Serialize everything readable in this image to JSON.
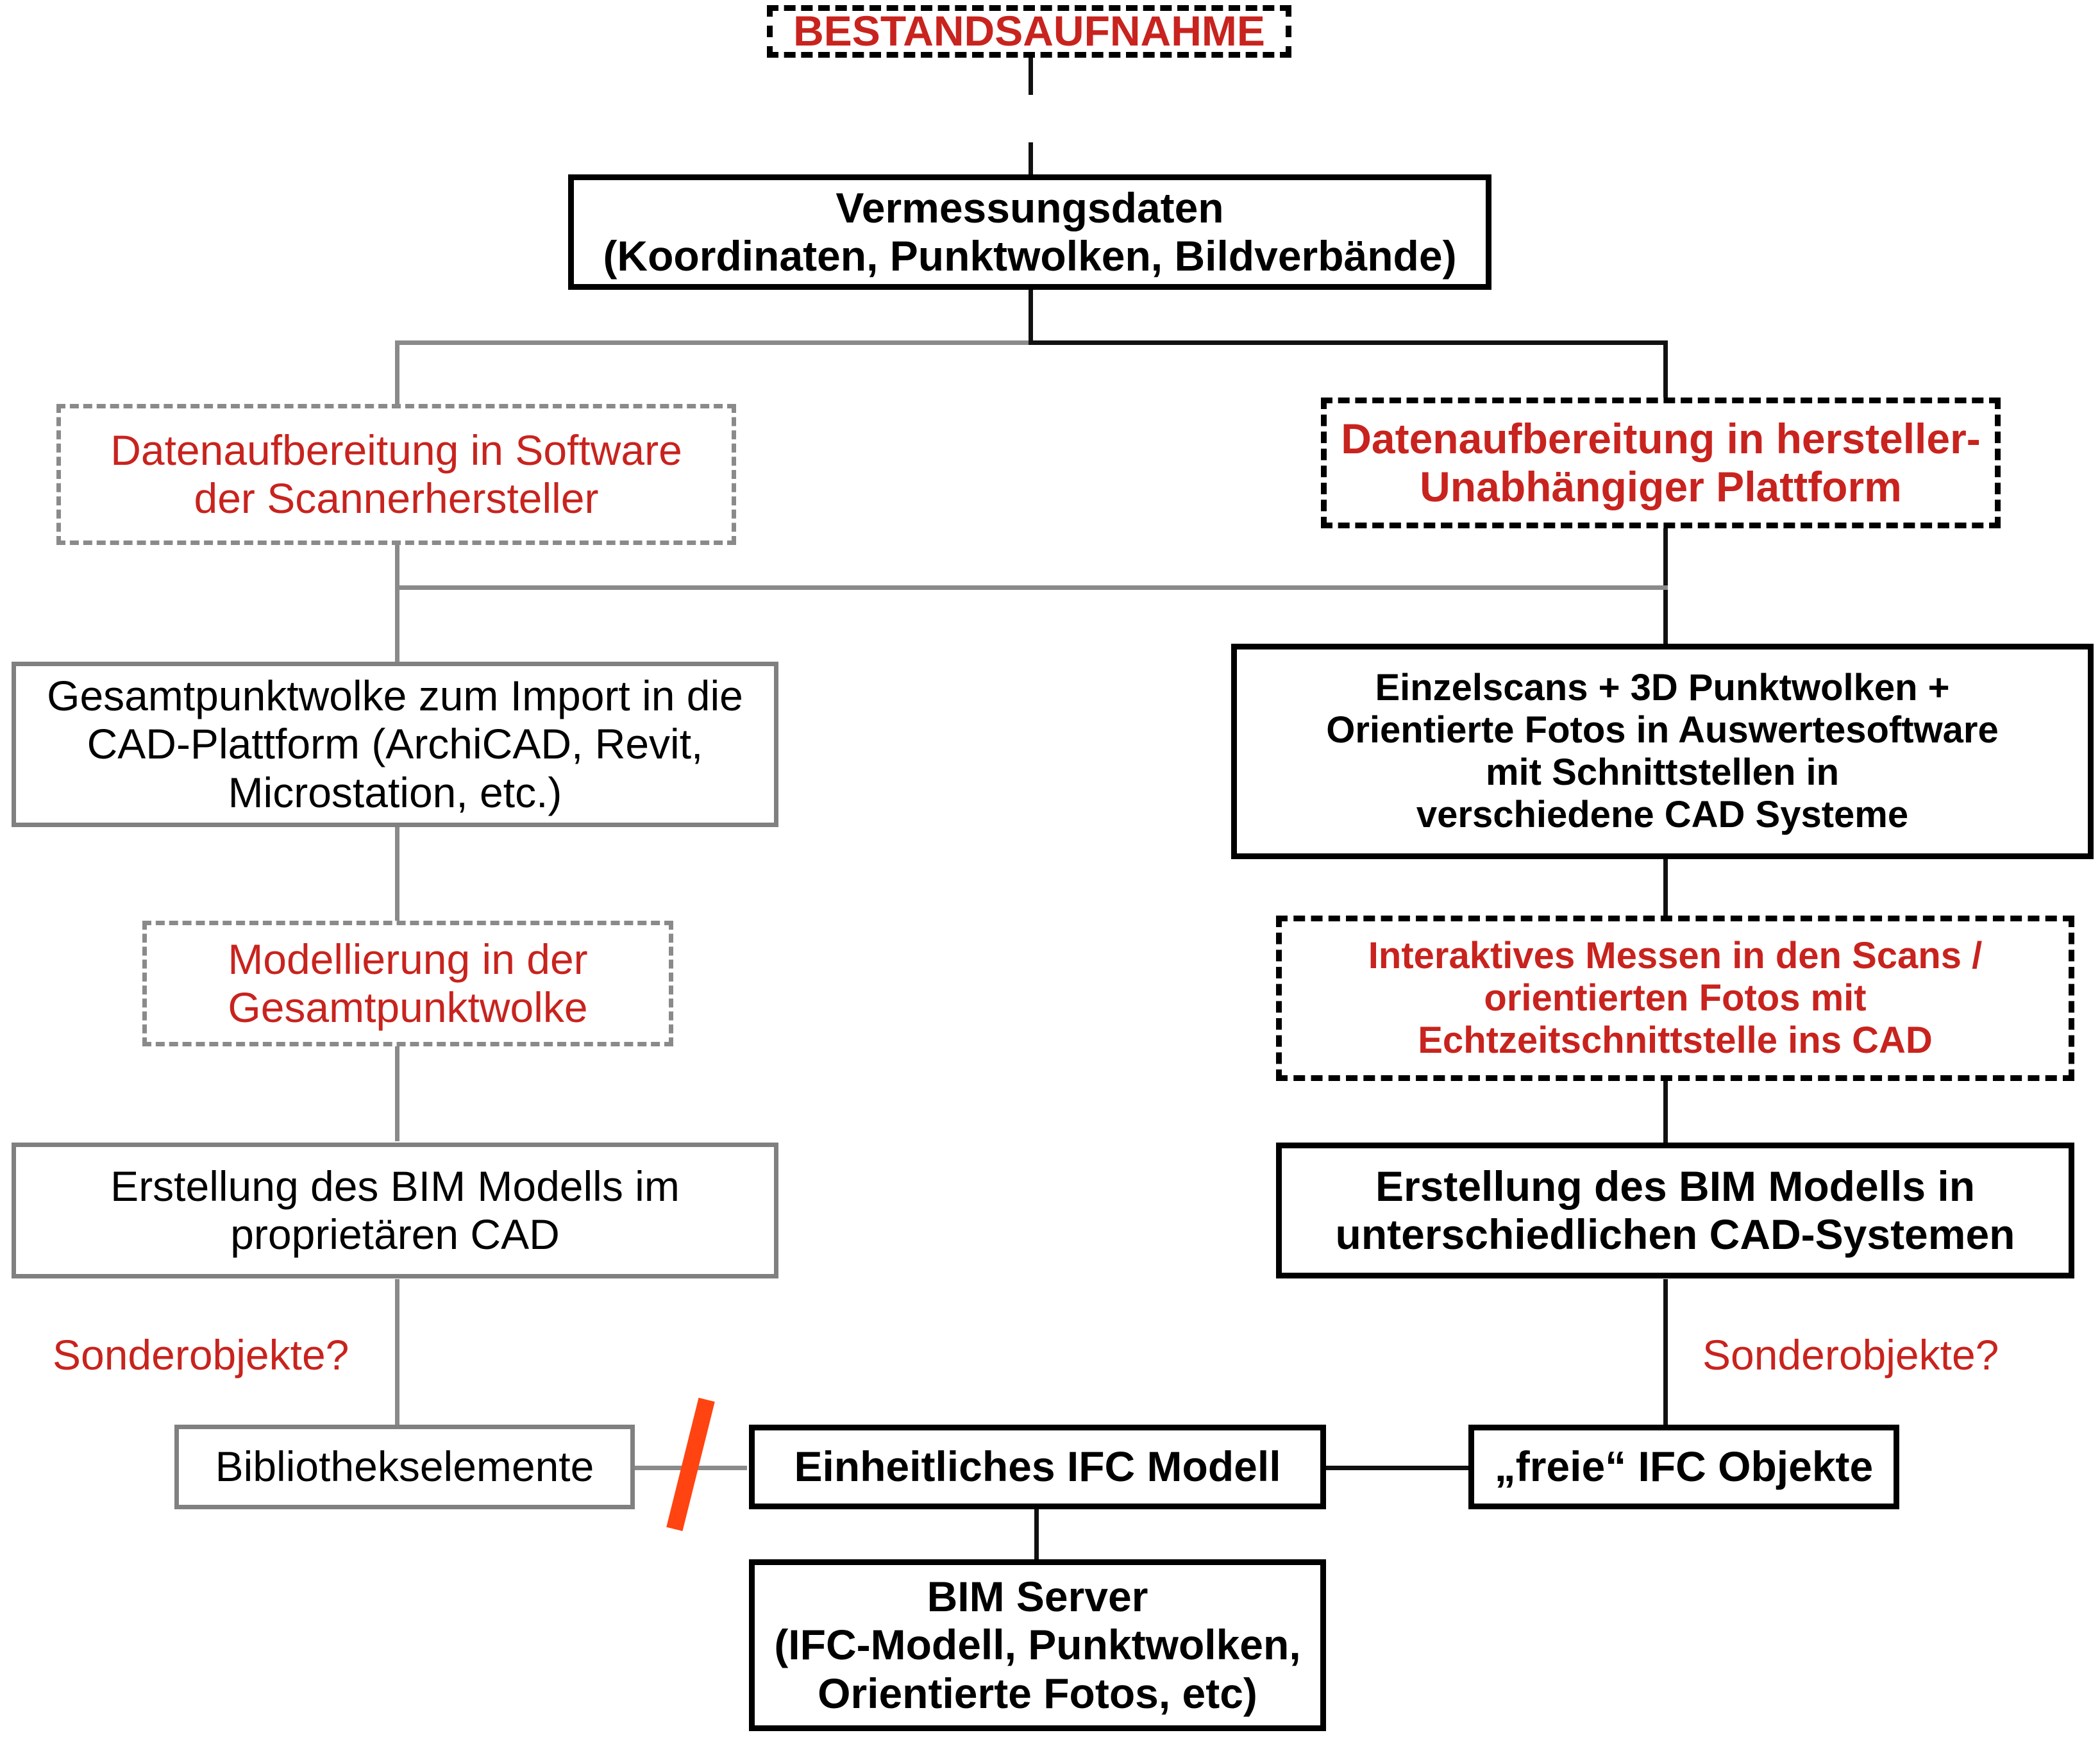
{
  "diagram": {
    "title": "BESTANDSAUFNAHME Workflow",
    "colors": {
      "red": "#C8231E",
      "black": "#000000",
      "gray": "#8a8a8a",
      "slash_orange": "#FF4411",
      "background": "#FFFFFF"
    }
  },
  "nodes": {
    "bestandsaufnahme": {
      "label": "BESTANDSAUFNAHME"
    },
    "vermessungsdaten": {
      "line1": "Vermessungsdaten",
      "line2": "(Koordinaten, Punktwolken, Bildverbände)"
    },
    "datenaufbereitung_scanner": {
      "line1": "Datenaufbereitung in Software",
      "line2": "der Scannerhersteller"
    },
    "datenaufbereitung_hersteller": {
      "line1": "Datenaufbereitung in hersteller-",
      "line2": "Unabhängiger Plattform"
    },
    "gesamtpunktwolke": {
      "line1": "Gesamtpunktwolke zum Import in die",
      "line2": "CAD-Plattform (ArchiCAD, Revit,",
      "line3": "Microstation, etc.)"
    },
    "einzelscans": {
      "line1": "Einzelscans + 3D Punktwolken +",
      "line2": "Orientierte Fotos in Auswertesoftware",
      "line3": "mit Schnittstellen in",
      "line4": "verschiedene CAD Systeme"
    },
    "modellierung": {
      "line1": "Modellierung in der",
      "line2": "Gesamtpunktwolke"
    },
    "interaktives_messen": {
      "line1": "Interaktives Messen in den Scans /",
      "line2": "orientierten Fotos mit",
      "line3": "Echtzeitschnittstelle ins CAD"
    },
    "bim_proprietaer": {
      "line1": "Erstellung des BIM Modells im",
      "line2": "proprietären CAD"
    },
    "bim_unterschiedlich": {
      "line1": "Erstellung des BIM Modells in",
      "line2": "unterschiedlichen CAD-Systemen"
    },
    "bibliothekselemente": {
      "label": "Bibliothekselemente"
    },
    "einheitliches_ifc": {
      "label": "Einheitliches IFC Modell"
    },
    "freie_ifc": {
      "label": "„freie“ IFC Objekte"
    },
    "bim_server": {
      "line1": "BIM Server",
      "line2": "(IFC-Modell, Punktwolken,",
      "line3": "Orientierte Fotos, etc)"
    }
  },
  "labels": {
    "sonderobjekte_left": "Sonderobjekte?",
    "sonderobjekte_right": "Sonderobjekte?"
  },
  "annotations": {
    "slash": "red-slash-crossed-connection"
  }
}
